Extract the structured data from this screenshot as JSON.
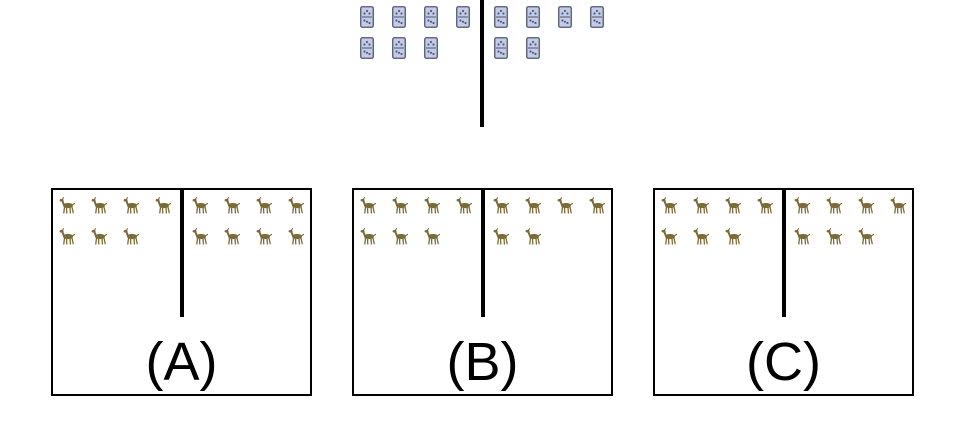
{
  "colors": {
    "domino_fill": "#c4cbe2",
    "domino_border": "#4c5676",
    "domino_pip": "#4f5d8e",
    "animal": "#7b6b36",
    "divider": "#000000"
  },
  "icons": {
    "prompt_item": "domino-icon",
    "option_item": "deer-icon"
  },
  "prompt": {
    "left_count": 7,
    "right_count": 6
  },
  "options": [
    {
      "id": "A",
      "label": "(A)",
      "left_count": 7,
      "right_count": 8
    },
    {
      "id": "B",
      "label": "(B)",
      "left_count": 7,
      "right_count": 6
    },
    {
      "id": "C",
      "label": "(C)",
      "left_count": 7,
      "right_count": 7
    }
  ]
}
